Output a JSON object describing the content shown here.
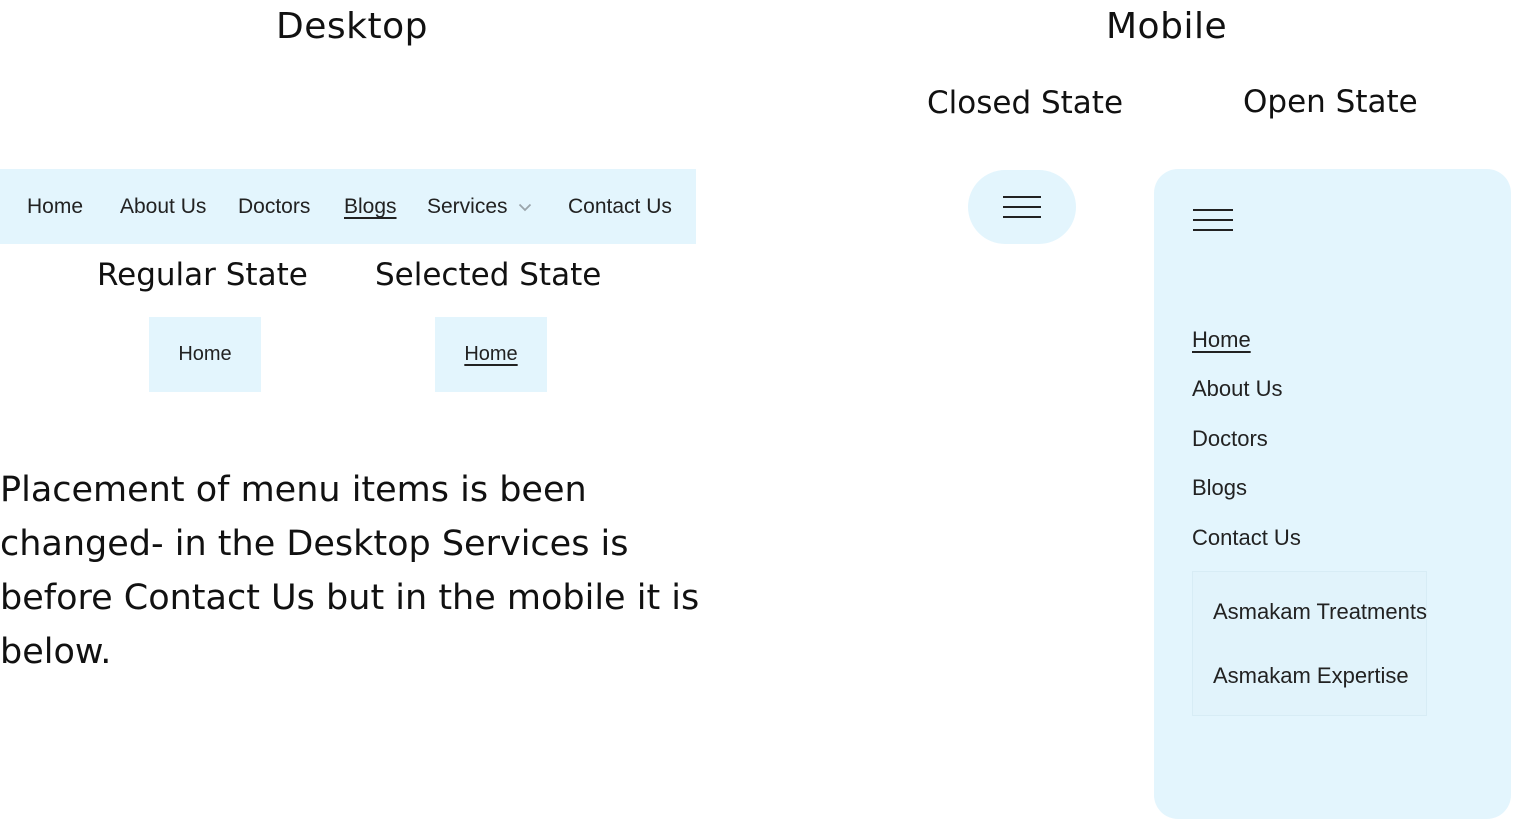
{
  "titles": {
    "desktop": "Desktop",
    "mobile": "Mobile",
    "closed_state": "Closed State",
    "open_state": "Open State",
    "regular_state": "Regular State",
    "selected_state": "Selected State"
  },
  "desktop_nav": {
    "items": [
      "Home",
      "About Us",
      "Doctors",
      "Blogs",
      "Services",
      "Contact Us"
    ],
    "selected": "Blogs",
    "dropdown_icon": "chevron-down-icon"
  },
  "state_examples": {
    "regular_label": "Home",
    "selected_label": "Home"
  },
  "note": "Placement of menu items is been changed- in the Desktop Services is before Contact Us but in the mobile it is below.",
  "mobile_menu": {
    "icon": "hamburger-menu-icon",
    "items": [
      "Home",
      "About Us",
      "Doctors",
      "Blogs",
      "Contact Us"
    ],
    "selected": "Home",
    "submenu": [
      "Asmakam Treatments",
      "Asmakam Expertise"
    ]
  },
  "colors": {
    "nav_background": "#e3f5fd",
    "text": "#222222"
  }
}
